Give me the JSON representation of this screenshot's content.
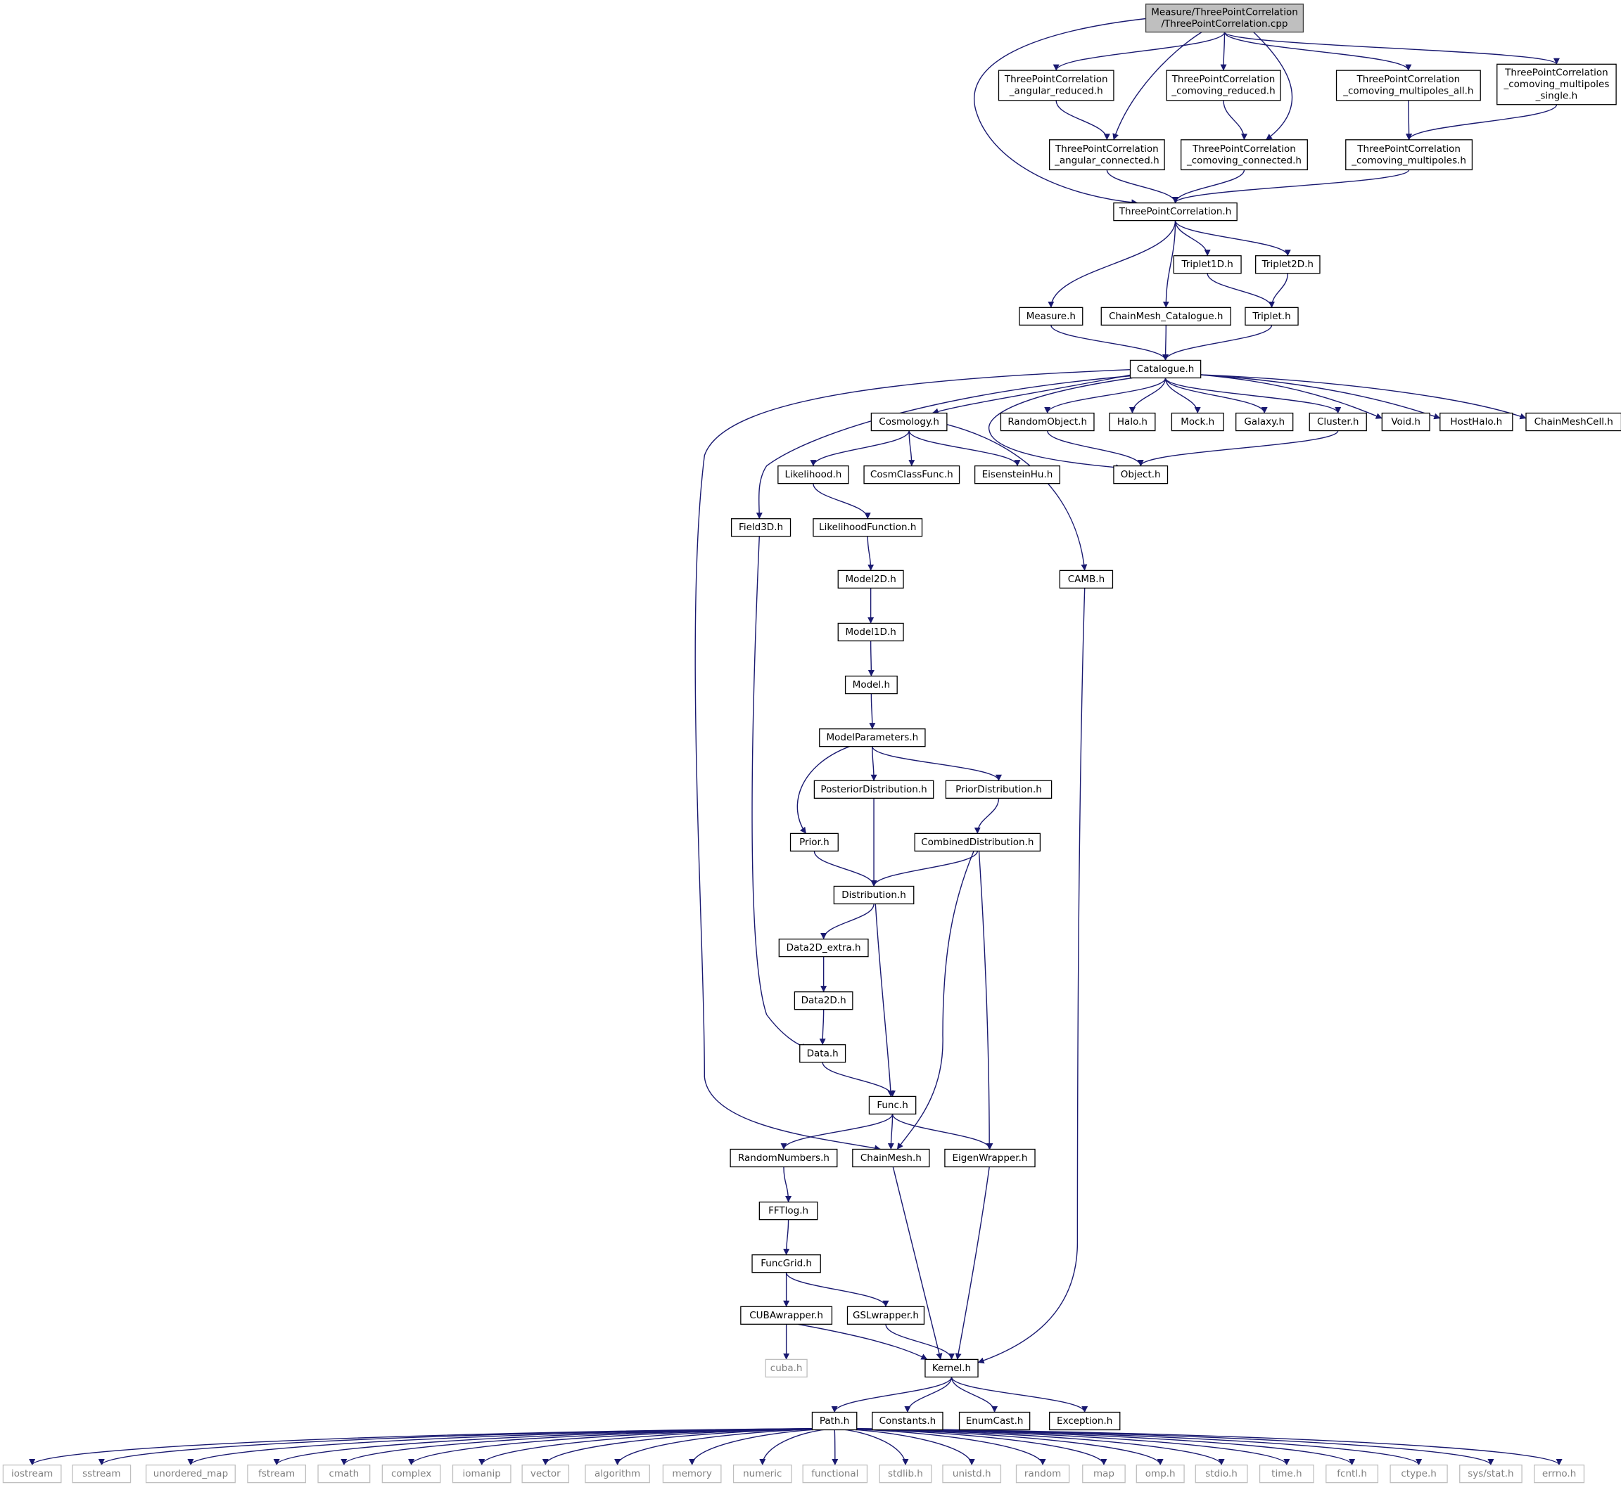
{
  "diagram": {
    "type": "include-dependency-graph",
    "colors": {
      "edge": "#191970",
      "root_fill": "#bfbfbf",
      "node_border": "#000000",
      "system_header_border": "#bfbfbf",
      "system_header_text": "#7f7f7f"
    },
    "nodes": {
      "root": {
        "lines": [
          "Measure/ThreePointCorrelation",
          "/ThreePointCorrelation.cpp"
        ]
      },
      "ang_red": {
        "lines": [
          "ThreePointCorrelation",
          "_angular_reduced.h"
        ]
      },
      "com_red": {
        "lines": [
          "ThreePointCorrelation",
          "_comoving_reduced.h"
        ]
      },
      "com_mall": {
        "lines": [
          "ThreePointCorrelation",
          "_comoving_multipoles_all.h"
        ]
      },
      "com_msingle": {
        "lines": [
          "ThreePointCorrelation",
          "_comoving_multipoles",
          "_single.h"
        ]
      },
      "ang_conn": {
        "lines": [
          "ThreePointCorrelation",
          "_angular_connected.h"
        ]
      },
      "com_conn": {
        "lines": [
          "ThreePointCorrelation",
          "_comoving_connected.h"
        ]
      },
      "com_mult": {
        "lines": [
          "ThreePointCorrelation",
          "_comoving_multipoles.h"
        ]
      },
      "tpc": {
        "lines": [
          "ThreePointCorrelation.h"
        ]
      },
      "triplet1d": {
        "lines": [
          "Triplet1D.h"
        ]
      },
      "triplet2d": {
        "lines": [
          "Triplet2D.h"
        ]
      },
      "measure": {
        "lines": [
          "Measure.h"
        ]
      },
      "cmcat": {
        "lines": [
          "ChainMesh_Catalogue.h"
        ]
      },
      "triplet": {
        "lines": [
          "Triplet.h"
        ]
      },
      "catalogue": {
        "lines": [
          "Catalogue.h"
        ]
      },
      "cosmology": {
        "lines": [
          "Cosmology.h"
        ]
      },
      "randobj": {
        "lines": [
          "RandomObject.h"
        ]
      },
      "halo": {
        "lines": [
          "Halo.h"
        ]
      },
      "mock": {
        "lines": [
          "Mock.h"
        ]
      },
      "galaxy": {
        "lines": [
          "Galaxy.h"
        ]
      },
      "cluster": {
        "lines": [
          "Cluster.h"
        ]
      },
      "void": {
        "lines": [
          "Void.h"
        ]
      },
      "hosthalo": {
        "lines": [
          "HostHalo.h"
        ]
      },
      "cmcell": {
        "lines": [
          "ChainMeshCell.h"
        ]
      },
      "likelihood": {
        "lines": [
          "Likelihood.h"
        ]
      },
      "cosmclass": {
        "lines": [
          "CosmClassFunc.h"
        ]
      },
      "eisenstein": {
        "lines": [
          "EisensteinHu.h"
        ]
      },
      "object": {
        "lines": [
          "Object.h"
        ]
      },
      "field3d": {
        "lines": [
          "Field3D.h"
        ]
      },
      "likefunc": {
        "lines": [
          "LikelihoodFunction.h"
        ]
      },
      "camb": {
        "lines": [
          "CAMB.h"
        ]
      },
      "model2d": {
        "lines": [
          "Model2D.h"
        ]
      },
      "model1d": {
        "lines": [
          "Model1D.h"
        ]
      },
      "model": {
        "lines": [
          "Model.h"
        ]
      },
      "modelparams": {
        "lines": [
          "ModelParameters.h"
        ]
      },
      "posterior": {
        "lines": [
          "PosteriorDistribution.h"
        ]
      },
      "priordist": {
        "lines": [
          "PriorDistribution.h"
        ]
      },
      "prior": {
        "lines": [
          "Prior.h"
        ]
      },
      "combined": {
        "lines": [
          "CombinedDistribution.h"
        ]
      },
      "distribution": {
        "lines": [
          "Distribution.h"
        ]
      },
      "data2dextra": {
        "lines": [
          "Data2D_extra.h"
        ]
      },
      "data2d": {
        "lines": [
          "Data2D.h"
        ]
      },
      "data": {
        "lines": [
          "Data.h"
        ]
      },
      "func": {
        "lines": [
          "Func.h"
        ]
      },
      "randnum": {
        "lines": [
          "RandomNumbers.h"
        ]
      },
      "chainmesh": {
        "lines": [
          "ChainMesh.h"
        ]
      },
      "eigen": {
        "lines": [
          "EigenWrapper.h"
        ]
      },
      "fftlog": {
        "lines": [
          "FFTlog.h"
        ]
      },
      "funcgrid": {
        "lines": [
          "FuncGrid.h"
        ]
      },
      "cuba_w": {
        "lines": [
          "CUBAwrapper.h"
        ]
      },
      "gsl_w": {
        "lines": [
          "GSLwrapper.h"
        ]
      },
      "cuba": {
        "lines": [
          "cuba.h"
        ]
      },
      "kernel": {
        "lines": [
          "Kernel.h"
        ]
      },
      "path": {
        "lines": [
          "Path.h"
        ]
      },
      "constants": {
        "lines": [
          "Constants.h"
        ]
      },
      "enumcast": {
        "lines": [
          "EnumCast.h"
        ]
      },
      "exception": {
        "lines": [
          "Exception.h"
        ]
      },
      "s_iostream": {
        "lines": [
          "iostream"
        ]
      },
      "s_sstream": {
        "lines": [
          "sstream"
        ]
      },
      "s_umap": {
        "lines": [
          "unordered_map"
        ]
      },
      "s_fstream": {
        "lines": [
          "fstream"
        ]
      },
      "s_cmath": {
        "lines": [
          "cmath"
        ]
      },
      "s_complex": {
        "lines": [
          "complex"
        ]
      },
      "s_iomanip": {
        "lines": [
          "iomanip"
        ]
      },
      "s_vector": {
        "lines": [
          "vector"
        ]
      },
      "s_algorithm": {
        "lines": [
          "algorithm"
        ]
      },
      "s_memory": {
        "lines": [
          "memory"
        ]
      },
      "s_numeric": {
        "lines": [
          "numeric"
        ]
      },
      "s_functional": {
        "lines": [
          "functional"
        ]
      },
      "s_stdlib": {
        "lines": [
          "stdlib.h"
        ]
      },
      "s_unistd": {
        "lines": [
          "unistd.h"
        ]
      },
      "s_random": {
        "lines": [
          "random"
        ]
      },
      "s_map": {
        "lines": [
          "map"
        ]
      },
      "s_omp": {
        "lines": [
          "omp.h"
        ]
      },
      "s_stdio": {
        "lines": [
          "stdio.h"
        ]
      },
      "s_time": {
        "lines": [
          "time.h"
        ]
      },
      "s_fcntl": {
        "lines": [
          "fcntl.h"
        ]
      },
      "s_ctype": {
        "lines": [
          "ctype.h"
        ]
      },
      "s_sysstat": {
        "lines": [
          "sys/stat.h"
        ]
      },
      "s_errno": {
        "lines": [
          "errno.h"
        ]
      }
    },
    "edges": [
      [
        "root",
        "ang_red"
      ],
      [
        "root",
        "com_red"
      ],
      [
        "root",
        "com_mall"
      ],
      [
        "root",
        "com_msingle"
      ],
      [
        "root",
        "ang_conn"
      ],
      [
        "root",
        "com_conn"
      ],
      [
        "root",
        "tpc"
      ],
      [
        "ang_red",
        "ang_conn"
      ],
      [
        "com_red",
        "com_conn"
      ],
      [
        "com_mall",
        "com_mult"
      ],
      [
        "com_msingle",
        "com_mult"
      ],
      [
        "ang_conn",
        "tpc"
      ],
      [
        "com_conn",
        "tpc"
      ],
      [
        "com_mult",
        "tpc"
      ],
      [
        "tpc",
        "triplet1d"
      ],
      [
        "tpc",
        "triplet2d"
      ],
      [
        "tpc",
        "measure"
      ],
      [
        "tpc",
        "cmcat"
      ],
      [
        "triplet1d",
        "triplet"
      ],
      [
        "triplet2d",
        "triplet"
      ],
      [
        "measure",
        "catalogue"
      ],
      [
        "cmcat",
        "catalogue"
      ],
      [
        "triplet",
        "catalogue"
      ],
      [
        "catalogue",
        "cosmology"
      ],
      [
        "catalogue",
        "randobj"
      ],
      [
        "catalogue",
        "halo"
      ],
      [
        "catalogue",
        "mock"
      ],
      [
        "catalogue",
        "galaxy"
      ],
      [
        "catalogue",
        "cluster"
      ],
      [
        "catalogue",
        "void"
      ],
      [
        "catalogue",
        "hosthalo"
      ],
      [
        "catalogue",
        "cmcell"
      ],
      [
        "catalogue",
        "object"
      ],
      [
        "catalogue",
        "field3d"
      ],
      [
        "catalogue",
        "chainmesh"
      ],
      [
        "cosmology",
        "likelihood"
      ],
      [
        "cosmology",
        "cosmclass"
      ],
      [
        "cosmology",
        "eisenstein"
      ],
      [
        "cosmology",
        "camb"
      ],
      [
        "randobj",
        "object"
      ],
      [
        "cluster",
        "object"
      ],
      [
        "likelihood",
        "likefunc"
      ],
      [
        "likefunc",
        "model2d"
      ],
      [
        "model2d",
        "model1d"
      ],
      [
        "model1d",
        "model"
      ],
      [
        "model",
        "modelparams"
      ],
      [
        "modelparams",
        "posterior"
      ],
      [
        "modelparams",
        "priordist"
      ],
      [
        "modelparams",
        "prior"
      ],
      [
        "priordist",
        "combined"
      ],
      [
        "prior",
        "distribution"
      ],
      [
        "posterior",
        "distribution"
      ],
      [
        "combined",
        "distribution"
      ],
      [
        "combined",
        "chainmesh"
      ],
      [
        "combined",
        "eigen"
      ],
      [
        "distribution",
        "data2dextra"
      ],
      [
        "distribution",
        "func"
      ],
      [
        "data2dextra",
        "data2d"
      ],
      [
        "data2d",
        "data"
      ],
      [
        "field3d",
        "data"
      ],
      [
        "data",
        "func"
      ],
      [
        "func",
        "randnum"
      ],
      [
        "func",
        "chainmesh"
      ],
      [
        "func",
        "eigen"
      ],
      [
        "randnum",
        "fftlog"
      ],
      [
        "fftlog",
        "funcgrid"
      ],
      [
        "funcgrid",
        "cuba_w"
      ],
      [
        "funcgrid",
        "gsl_w"
      ],
      [
        "cuba_w",
        "cuba"
      ],
      [
        "cuba_w",
        "kernel"
      ],
      [
        "gsl_w",
        "kernel"
      ],
      [
        "chainmesh",
        "kernel"
      ],
      [
        "eigen",
        "kernel"
      ],
      [
        "camb",
        "kernel"
      ],
      [
        "kernel",
        "path"
      ],
      [
        "kernel",
        "constants"
      ],
      [
        "kernel",
        "enumcast"
      ],
      [
        "kernel",
        "exception"
      ],
      [
        "path",
        "s_iostream"
      ],
      [
        "path",
        "s_sstream"
      ],
      [
        "path",
        "s_umap"
      ],
      [
        "path",
        "s_fstream"
      ],
      [
        "path",
        "s_cmath"
      ],
      [
        "path",
        "s_complex"
      ],
      [
        "path",
        "s_iomanip"
      ],
      [
        "path",
        "s_vector"
      ],
      [
        "path",
        "s_algorithm"
      ],
      [
        "path",
        "s_memory"
      ],
      [
        "path",
        "s_numeric"
      ],
      [
        "path",
        "s_functional"
      ],
      [
        "path",
        "s_stdlib"
      ],
      [
        "path",
        "s_unistd"
      ],
      [
        "path",
        "s_random"
      ],
      [
        "path",
        "s_map"
      ],
      [
        "path",
        "s_omp"
      ],
      [
        "path",
        "s_stdio"
      ],
      [
        "path",
        "s_time"
      ],
      [
        "path",
        "s_fcntl"
      ],
      [
        "path",
        "s_ctype"
      ],
      [
        "path",
        "s_sysstat"
      ],
      [
        "path",
        "s_errno"
      ]
    ]
  }
}
